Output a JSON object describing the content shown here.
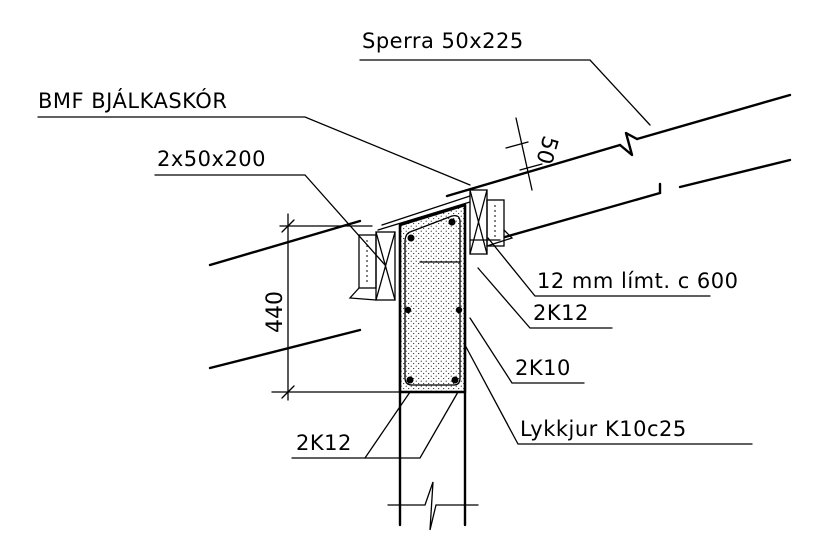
{
  "labels": {
    "rafter": "Sperra 50x225",
    "hanger": "BMF BJÁLKASKÓR",
    "beam_boards": "2x50x200",
    "plywood": "12 mm límt. c 600",
    "rebar_top": "2K12",
    "rebar_mid": "2K10",
    "stirrups": "Lykkjur K10c25",
    "rebar_bottom": "2K12"
  },
  "dimensions": {
    "height": "440",
    "offset": "50"
  }
}
